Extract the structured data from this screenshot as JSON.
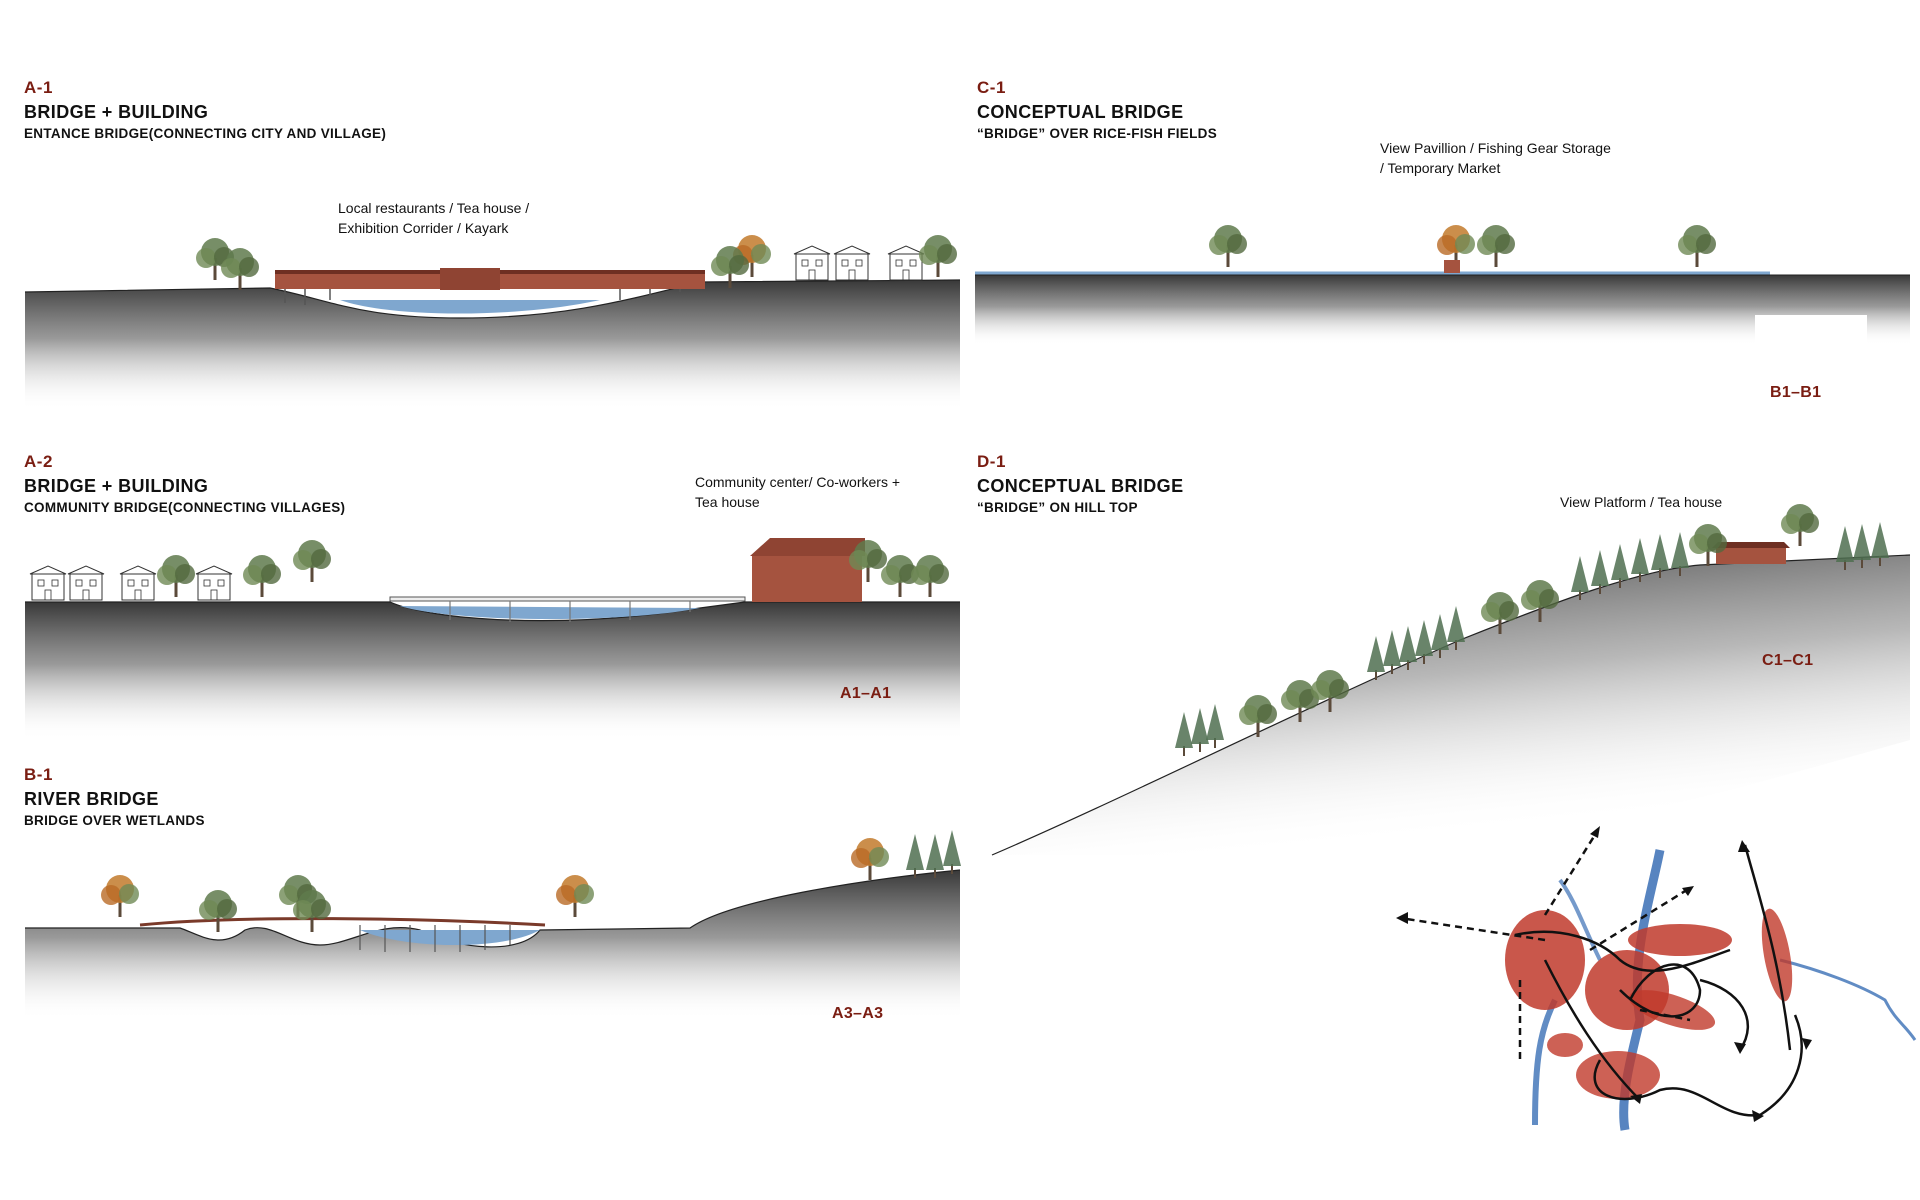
{
  "panels": {
    "a1": {
      "tag": "A-1",
      "title": "BRIDGE + BUILDING",
      "subtitle": "ENTANCE BRIDGE(CONNECTING CITY AND VILLAGE)",
      "note": [
        "Local restaurants / Tea house /",
        "Exhibition Corrider / Kayark"
      ]
    },
    "a2": {
      "tag": "A-2",
      "title": "BRIDGE + BUILDING",
      "subtitle": "COMMUNITY BRIDGE(CONNECTING VILLAGES)",
      "note": [
        "Community center/ Co-workers +",
        "Tea house"
      ],
      "section": "A1–A1"
    },
    "b1": {
      "tag": "B-1",
      "title": "RIVER BRIDGE",
      "subtitle": "BRIDGE OVER WETLANDS",
      "section": "A3–A3"
    },
    "c1": {
      "tag": "C-1",
      "title": "CONCEPTUAL BRIDGE",
      "subtitle": "“BRIDGE” OVER RICE-FISH FIELDS",
      "note": [
        "View Pavillion / Fishing Gear Storage",
        "/ Temporary Market"
      ],
      "section": "B1–B1"
    },
    "d1": {
      "tag": "D-1",
      "title": "CONCEPTUAL BRIDGE",
      "subtitle": "“BRIDGE” ON HILL TOP",
      "note": [
        "View Platform / Tea house"
      ],
      "section": "C1–C1"
    }
  },
  "colors": {
    "accent": "#7a1d12",
    "ground": "#3c3c3c",
    "water": "#7fa7cf",
    "building": "#a5533f",
    "tree_green": "#5f7a4c",
    "tree_orange": "#c27a2c",
    "concept_red": "#c0392b",
    "concept_blue": "#3a6fb5"
  },
  "icons": {
    "tree": "tree-icon",
    "house": "house-icon",
    "arrow": "arrow-icon"
  }
}
